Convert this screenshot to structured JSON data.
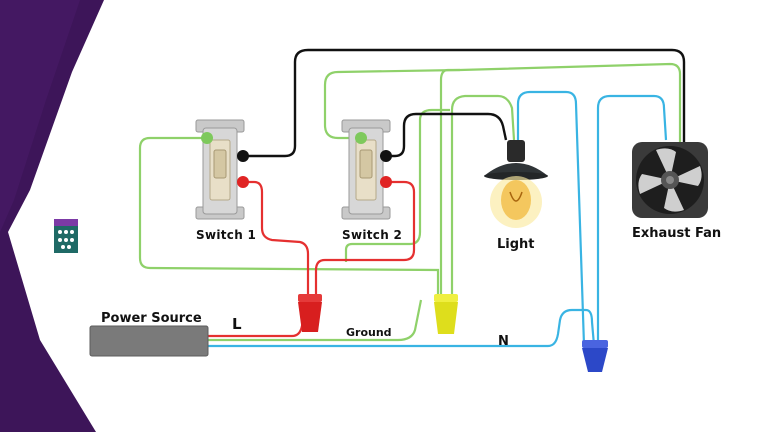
{
  "diagram": {
    "labels": {
      "switch1": "Switch 1",
      "switch2": "Switch 2",
      "light": "Light",
      "exhaust_fan": "Exhaust Fan",
      "power_source": "Power Source",
      "line": "L",
      "ground": "Ground",
      "neutral": "N"
    },
    "colors": {
      "frame_purple": "#3d1559",
      "hot_wire": "#e53030",
      "traveler_wire": "#111111",
      "ground_wire": "#8fd16a",
      "neutral_wire": "#39b4e3",
      "red_connector": "#d81f1f",
      "yellow_connector": "#dede1c",
      "blue_connector": "#2c48c8",
      "power_box": "#7a7a7a"
    }
  }
}
